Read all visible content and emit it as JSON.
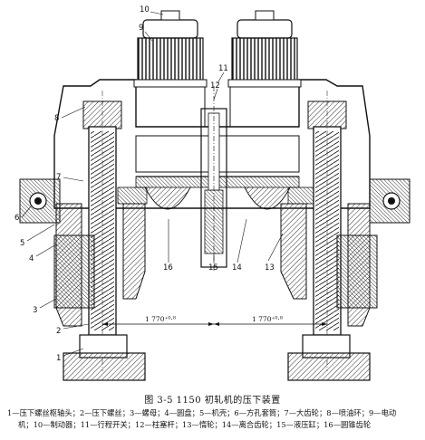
{
  "figure": {
    "caption": "图 3-5   1150 初轧机的压下装置",
    "legend_line1": "1—压下螺丝枢轴头；2—压下螺丝；3—螺母；4—圆盘；5—机壳；6—方孔套筒；7—大齿轮；8—喷油环；9—电动",
    "legend_line2": "机；10—制动器；11—行程开关；12—柱塞杆；13—惰轮；14—离合齿轮；15—液压缸；16—圆锥齿轮"
  },
  "callouts": {
    "n1": "1",
    "n2": "2",
    "n3": "3",
    "n4": "4",
    "n5": "5",
    "n6": "6",
    "n7": "7",
    "n8": "8",
    "n9": "9",
    "n10": "10",
    "n11": "11",
    "n12": "12",
    "n13": "13",
    "n14": "14",
    "n15": "15",
    "n16": "16"
  },
  "dimensions": {
    "left": "1 770⁺⁰·⁸",
    "right": "1 770⁺⁰·⁸"
  },
  "colors": {
    "ink": "#111111",
    "hatch": "#333333",
    "paper": "#ffffff"
  }
}
